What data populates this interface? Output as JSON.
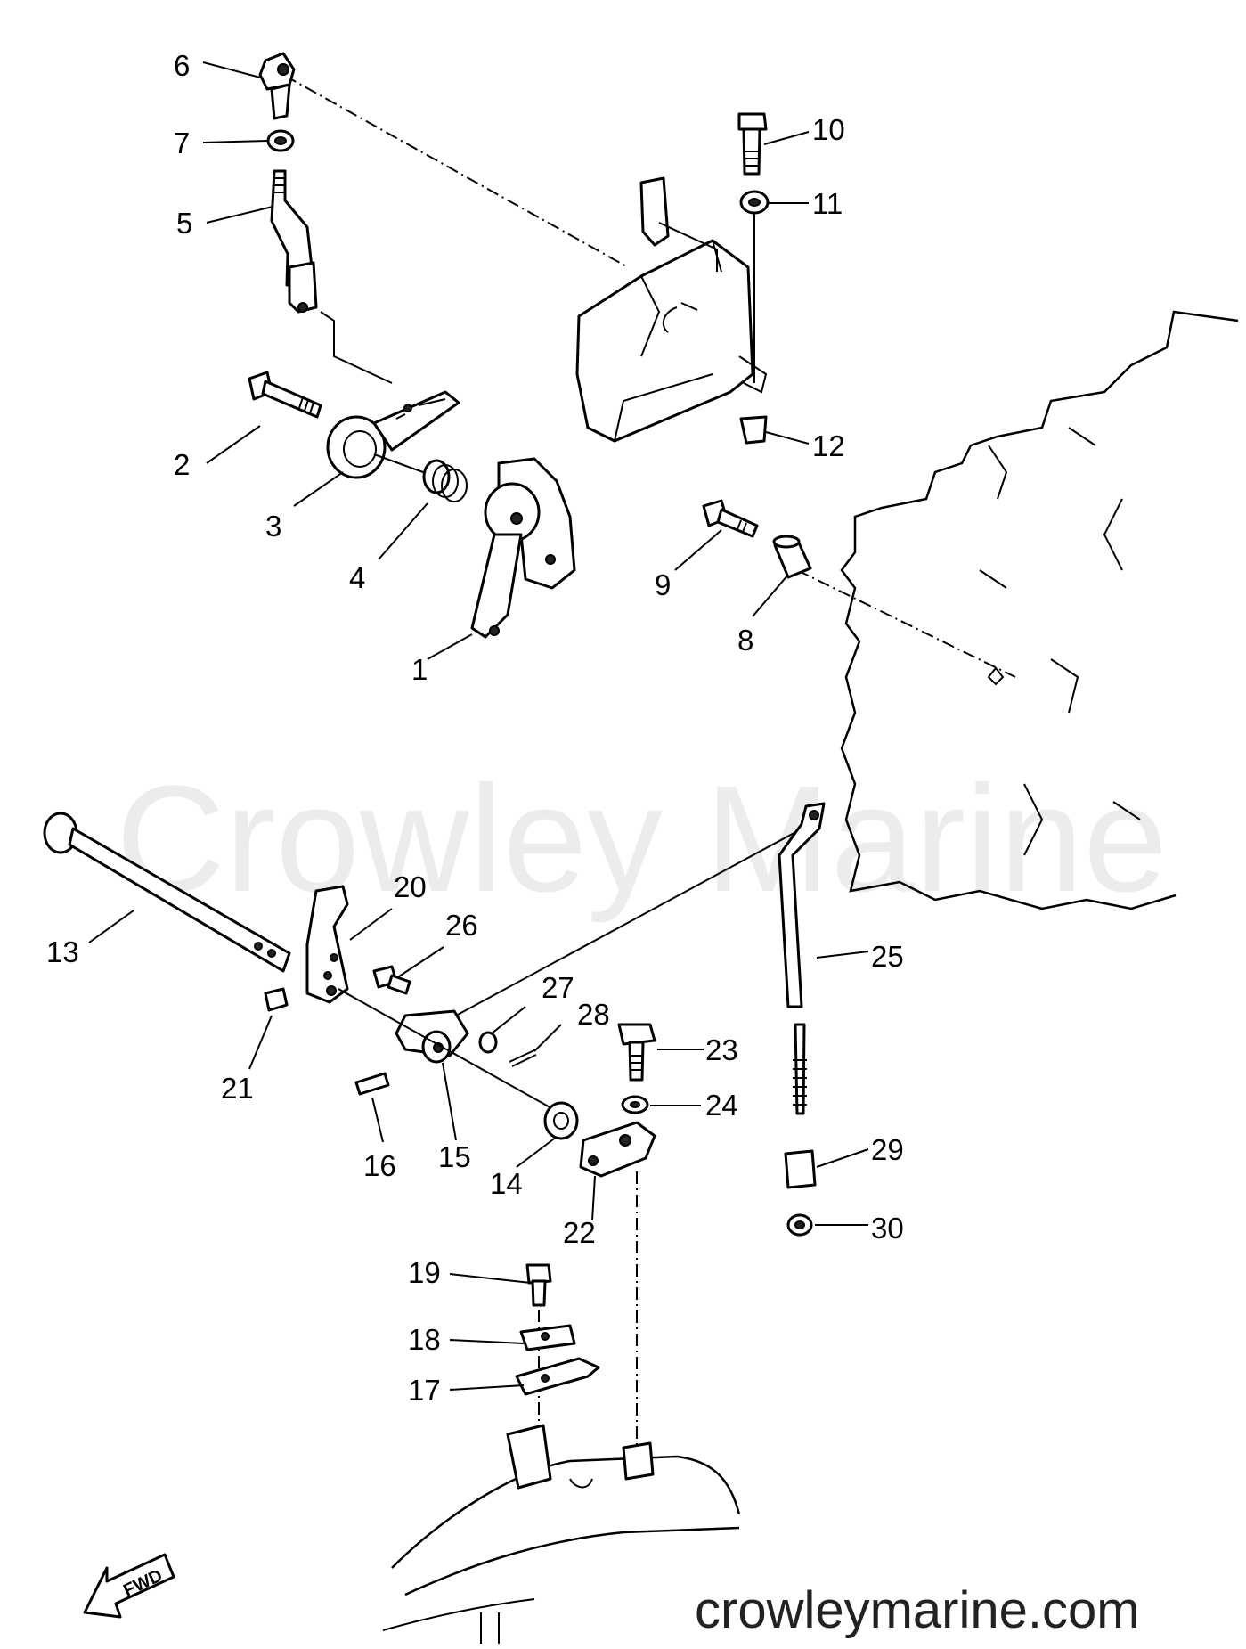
{
  "watermark": "Crowley Marine",
  "website": "crowleymarine.com",
  "fwd_label": "FWD",
  "part_labels": [
    "1",
    "2",
    "3",
    "4",
    "5",
    "6",
    "7",
    "8",
    "9",
    "10",
    "11",
    "12",
    "13",
    "14",
    "15",
    "16",
    "17",
    "18",
    "19",
    "20",
    "21",
    "22",
    "23",
    "24",
    "25",
    "26",
    "27",
    "28",
    "29",
    "30"
  ],
  "colors": {
    "ink": "#000000",
    "background": "#ffffff",
    "watermark": "#cccccc"
  }
}
